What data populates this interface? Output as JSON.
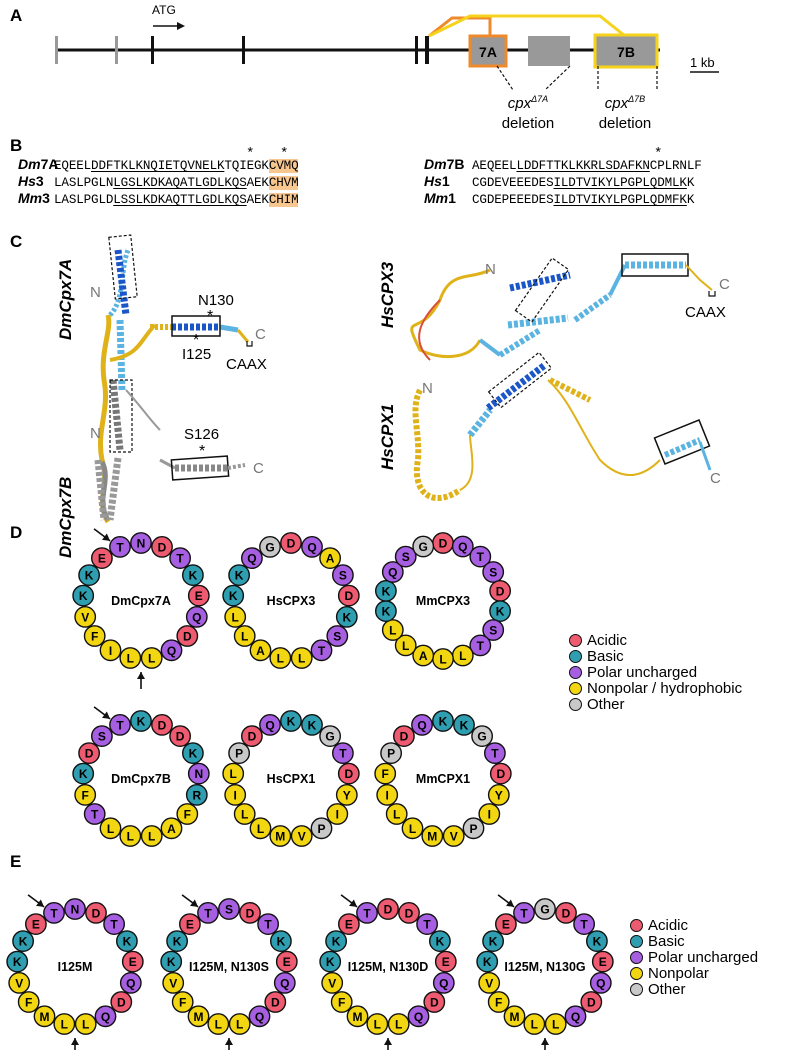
{
  "panels": {
    "a": "A",
    "b": "B",
    "c": "C",
    "d": "D",
    "e": "E"
  },
  "panel_a": {
    "atg": "ATG",
    "exon_7a": "7A",
    "exon_7b": "7B",
    "scale": "1 kb",
    "del_7a_gene": "cpx",
    "del_7a_sup": "Δ7A",
    "del_7b_gene": "cpx",
    "del_7b_sup": "Δ7B",
    "deletion": "deletion"
  },
  "panel_b": {
    "left": [
      {
        "label_i": "Dm",
        "label_r": "7A",
        "pre": "EQEEL",
        "ul": "DDFTKLKNQIETQVNELK",
        "mid": "TQIEGK",
        "hl": "CVMQ",
        "post": ""
      },
      {
        "label_i": "Hs",
        "label_r": "3",
        "pre": "LASLPGLN",
        "ul": "LGSLKDKAQATLGDLKQS",
        "mid": "AEK",
        "hl": "CHVM",
        "post": ""
      },
      {
        "label_i": "Mm",
        "label_r": "3",
        "pre": "LASLPGLD",
        "ul": "LSSLKDKAQTTLGDLKQS",
        "mid": "AEK",
        "hl": "CHIM",
        "post": ""
      }
    ],
    "right": [
      {
        "label_i": "Dm",
        "label_r": "7B",
        "pre": "AEQEEL",
        "ul": "LDDFTTKLKKRLSDAFKN",
        "post": "CPLRNLF"
      },
      {
        "label_i": "Hs",
        "label_r": "1",
        "pre": "CGDEVEEEDES",
        "ul": "ILDTVIKYLPGPLQDMLK",
        "post": "K"
      },
      {
        "label_i": "Mm",
        "label_r": "1",
        "pre": "CGDEPEEEDES",
        "ul": "ILDTVIKYLPGPLQDMFK",
        "post": "K"
      }
    ],
    "star": "*"
  },
  "panel_c": {
    "dmcpx7a": {
      "name": "DmCpx7A",
      "n": "N",
      "c": "C",
      "n130": "N130",
      "i125": "I125",
      "caax": "CAAX"
    },
    "dmcpx7b": {
      "name": "DmCpx7B",
      "n": "N",
      "c": "C",
      "s126": "S126"
    },
    "hscpx3": {
      "name": "HsCPX3",
      "n": "N",
      "c": "C",
      "caax": "CAAX"
    },
    "hscpx1": {
      "name": "HsCPX1",
      "n": "N",
      "c": "C"
    }
  },
  "colors": {
    "acidic": "#ee5a6f",
    "basic": "#2e9eb0",
    "polar": "#a65fe0",
    "nonpolar": "#f2d611",
    "other": "#c8c8c8",
    "exon_orange": "#ef8a2c",
    "exon_yellow": "#f6d21b"
  },
  "legend_d": [
    {
      "cls": "acidic",
      "label": "Acidic"
    },
    {
      "cls": "basic",
      "label": "Basic"
    },
    {
      "cls": "polar",
      "label": "Polar uncharged"
    },
    {
      "cls": "nonpolar",
      "label": "Nonpolar / hydrophobic"
    },
    {
      "cls": "other",
      "label": "Other"
    }
  ],
  "legend_e": [
    {
      "cls": "acidic",
      "label": "Acidic"
    },
    {
      "cls": "basic",
      "label": "Basic"
    },
    {
      "cls": "polar",
      "label": "Polar uncharged"
    },
    {
      "cls": "nonpolar",
      "label": "Nonpolar"
    },
    {
      "cls": "other",
      "label": "Other"
    }
  ],
  "wheels": [
    {
      "name": "DmCpx7A",
      "residues": [
        "N",
        "D",
        "T",
        "K",
        "E",
        "Q",
        "D",
        "Q",
        "L",
        "L",
        "I",
        "F",
        "V",
        "K",
        "K",
        "E",
        "T"
      ],
      "top_arrow": true,
      "bottom_arrow": true
    },
    {
      "name": "HsCPX3",
      "residues": [
        "D",
        "Q",
        "A",
        "S",
        "D",
        "K",
        "S",
        "T",
        "L",
        "L",
        "A",
        "L",
        "L",
        "K",
        "K",
        "Q",
        "G"
      ],
      "top_arrow": false,
      "bottom_arrow": false
    },
    {
      "name": "MmCPX3",
      "residues": [
        "D",
        "Q",
        "T",
        "S",
        "D",
        "K",
        "S",
        "T",
        "L",
        "L",
        "A",
        "L",
        "L",
        "K",
        "K",
        "Q",
        "S",
        "G"
      ],
      "top_arrow": false,
      "bottom_arrow": false
    },
    {
      "name": "DmCpx7B",
      "residues": [
        "K",
        "D",
        "D",
        "K",
        "N",
        "R",
        "F",
        "A",
        "L",
        "L",
        "L",
        "T",
        "F",
        "K",
        "D",
        "S",
        "T"
      ],
      "top_arrow": true,
      "bottom_arrow": false
    },
    {
      "name": "HsCPX1",
      "residues": [
        "K",
        "K",
        "G",
        "T",
        "D",
        "Y",
        "I",
        "P",
        "V",
        "M",
        "L",
        "L",
        "I",
        "L",
        "P",
        "D",
        "Q"
      ],
      "top_arrow": false,
      "bottom_arrow": false
    },
    {
      "name": "MmCPX1",
      "residues": [
        "K",
        "K",
        "G",
        "T",
        "D",
        "Y",
        "I",
        "P",
        "V",
        "M",
        "L",
        "L",
        "I",
        "F",
        "P",
        "D",
        "Q"
      ],
      "top_arrow": false,
      "bottom_arrow": false
    },
    {
      "name": "I125M",
      "residues": [
        "N",
        "D",
        "T",
        "K",
        "E",
        "Q",
        "D",
        "Q",
        "L",
        "L",
        "M",
        "F",
        "V",
        "K",
        "K",
        "E",
        "T"
      ],
      "top_arrow": true,
      "bottom_arrow": true
    },
    {
      "name": "I125M, N130S",
      "residues": [
        "S",
        "D",
        "T",
        "K",
        "E",
        "Q",
        "D",
        "Q",
        "L",
        "L",
        "M",
        "F",
        "V",
        "K",
        "K",
        "E",
        "T"
      ],
      "top_arrow": true,
      "bottom_arrow": true
    },
    {
      "name": "I125M, N130D",
      "residues": [
        "D",
        "D",
        "T",
        "K",
        "E",
        "Q",
        "D",
        "Q",
        "L",
        "L",
        "M",
        "F",
        "V",
        "K",
        "K",
        "E",
        "T"
      ],
      "top_arrow": true,
      "bottom_arrow": true
    },
    {
      "name": "I125M, N130G",
      "residues": [
        "G",
        "D",
        "T",
        "K",
        "E",
        "Q",
        "D",
        "Q",
        "L",
        "L",
        "M",
        "F",
        "V",
        "K",
        "K",
        "E",
        "T"
      ],
      "top_arrow": true,
      "bottom_arrow": true
    }
  ]
}
